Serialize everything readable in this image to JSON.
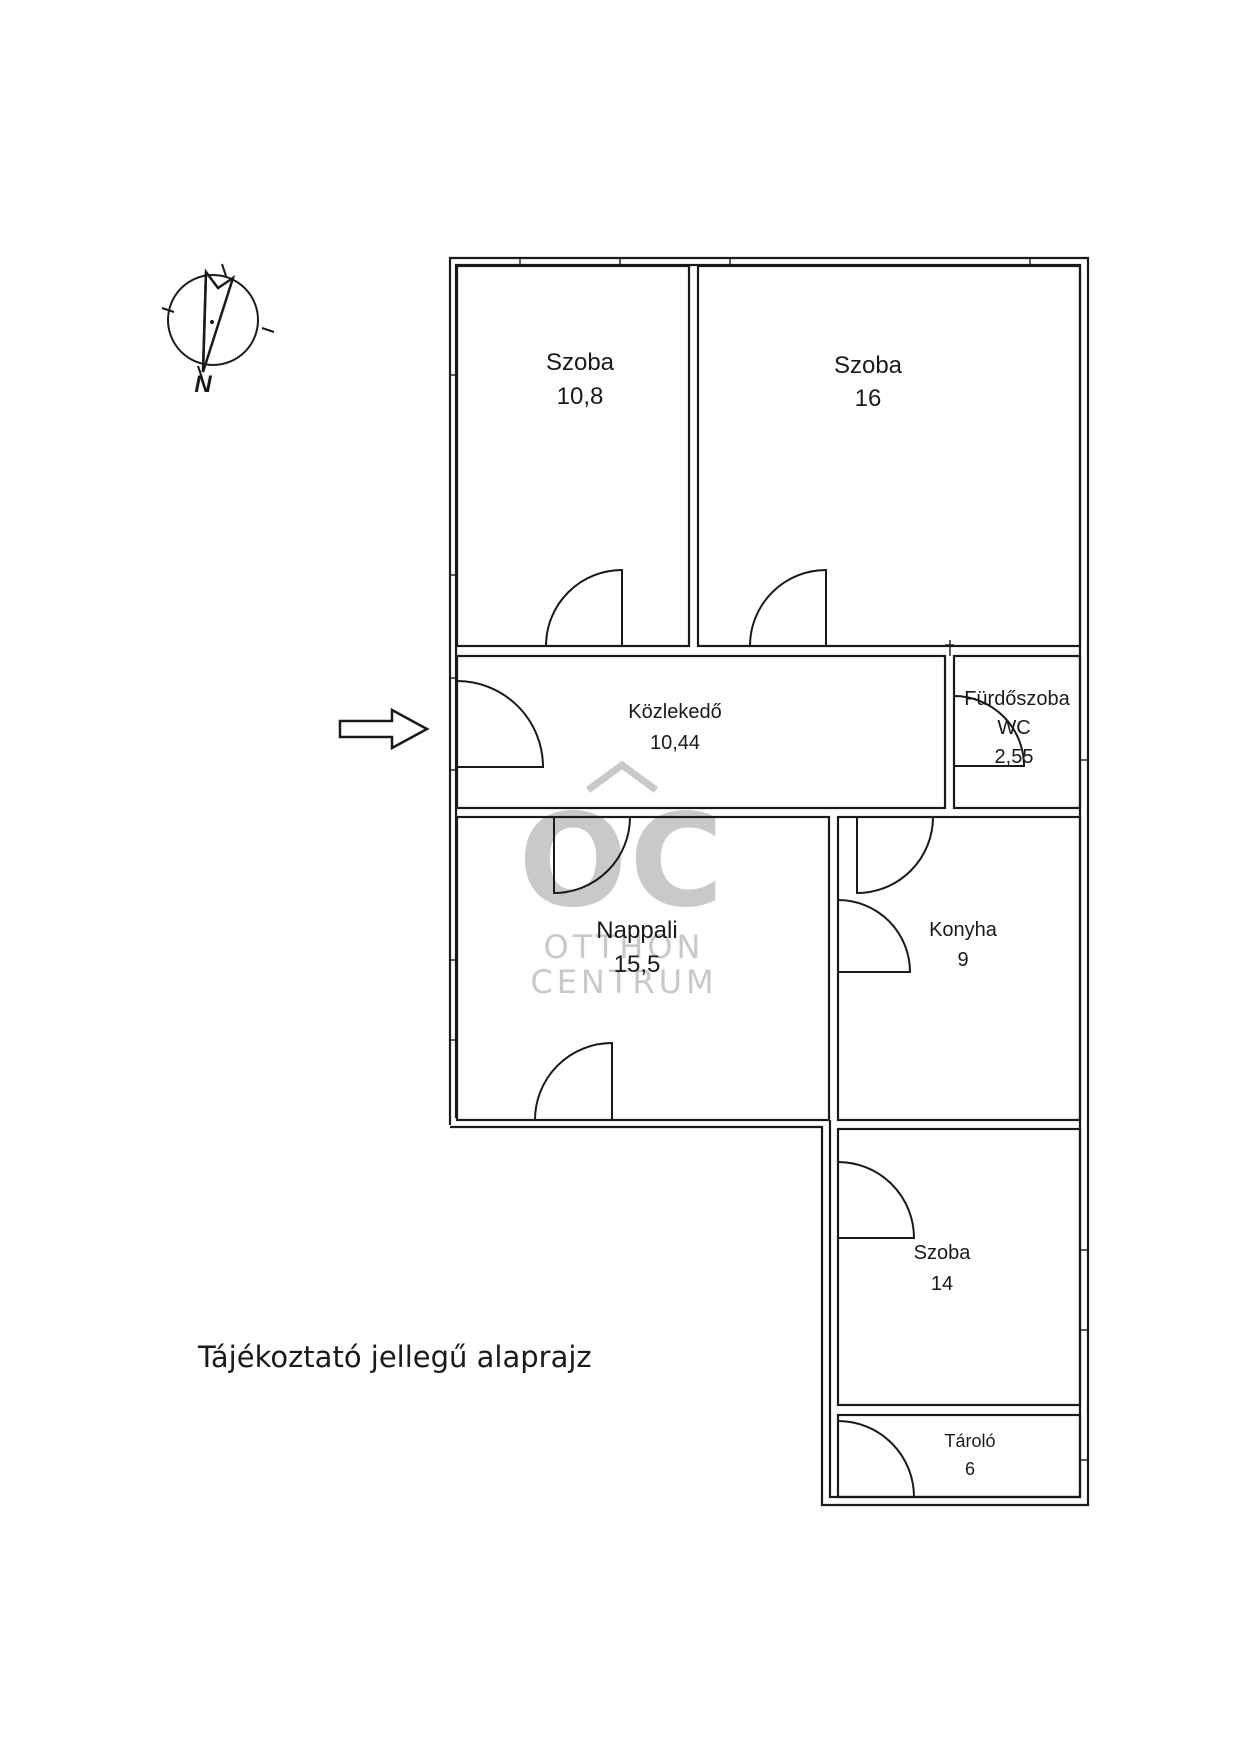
{
  "compass": {
    "north_label": "N"
  },
  "entrance_marker": "entrance-arrow-icon",
  "rooms": {
    "szoba_a": {
      "name": "Szoba",
      "area": "10,8"
    },
    "szoba_b": {
      "name": "Szoba",
      "area": "16"
    },
    "kozlekedo": {
      "name": "Közlekedő",
      "area": "10,44"
    },
    "furdoszoba": {
      "name": "Fürdőszoba",
      "name2": "WC",
      "area": "2,55"
    },
    "nappali": {
      "name": "Nappali",
      "area": "15,5"
    },
    "konyha": {
      "name": "Konyha",
      "area": "9"
    },
    "szoba_c": {
      "name": "Szoba",
      "area": "14"
    },
    "tarolo": {
      "name": "Tároló",
      "area": "6"
    }
  },
  "watermark": {
    "logo": "OC",
    "line1": "OTTHON",
    "line2": "CENTRUM",
    "color": "#c9c9c9"
  },
  "caption": "Tájékoztató jellegű alaprajz"
}
